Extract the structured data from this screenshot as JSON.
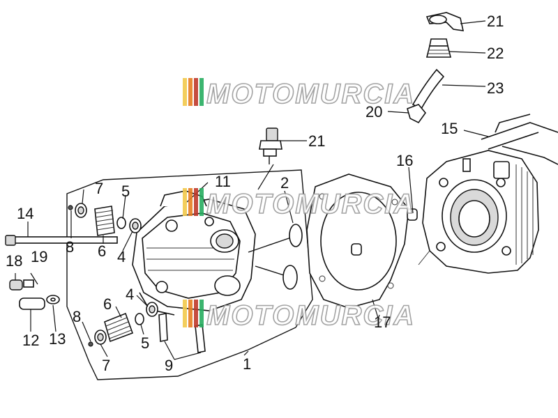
{
  "watermark": {
    "text": "MOTOMURCIA",
    "stripe_colors": [
      "#f2c94c",
      "#e67e22",
      "#c0392b",
      "#27ae60",
      "#95a5a6"
    ]
  },
  "callouts": [
    {
      "id": "c21a",
      "label": "21"
    },
    {
      "id": "c22",
      "label": "22"
    },
    {
      "id": "c23",
      "label": "23"
    },
    {
      "id": "c20",
      "label": "20"
    },
    {
      "id": "c15",
      "label": "15"
    },
    {
      "id": "c21b",
      "label": "21"
    },
    {
      "id": "c16",
      "label": "16"
    },
    {
      "id": "c11",
      "label": "11"
    },
    {
      "id": "c2",
      "label": "2"
    },
    {
      "id": "c7a",
      "label": "7"
    },
    {
      "id": "c5a",
      "label": "5"
    },
    {
      "id": "c14",
      "label": "14"
    },
    {
      "id": "c8a",
      "label": "8"
    },
    {
      "id": "c6a",
      "label": "6"
    },
    {
      "id": "c4a",
      "label": "4"
    },
    {
      "id": "c18",
      "label": "18"
    },
    {
      "id": "c19",
      "label": "19"
    },
    {
      "id": "c4b",
      "label": "4"
    },
    {
      "id": "c6b",
      "label": "6"
    },
    {
      "id": "c8b",
      "label": "8"
    },
    {
      "id": "c5b",
      "label": "5"
    },
    {
      "id": "c12",
      "label": "12"
    },
    {
      "id": "c13",
      "label": "13"
    },
    {
      "id": "c7b",
      "label": "7"
    },
    {
      "id": "c9",
      "label": "9"
    },
    {
      "id": "c1",
      "label": "1"
    },
    {
      "id": "c17",
      "label": "17"
    }
  ]
}
